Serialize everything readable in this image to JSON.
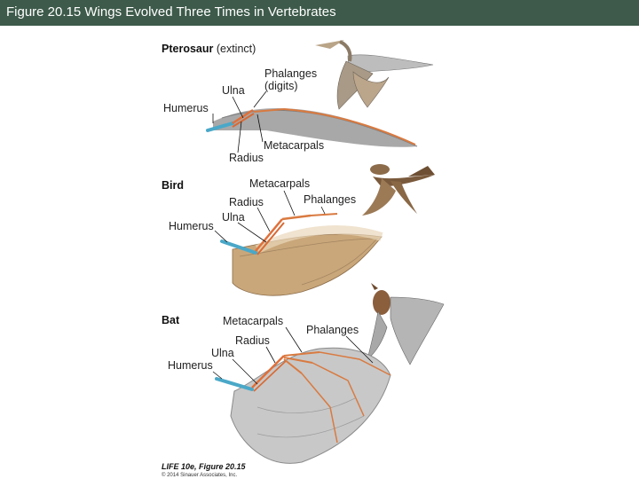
{
  "title": "Figure 20.15  Wings Evolved Three Times in Vertebrates",
  "panels": {
    "pterosaur": {
      "heading": "Pterosaur",
      "note": " (extinct)",
      "labels": {
        "phalanges": "Phalanges",
        "phalanges_sub": "(digits)",
        "ulna": "Ulna",
        "humerus": "Humerus",
        "metacarpals": "Metacarpals",
        "radius": "Radius"
      }
    },
    "bird": {
      "heading": "Bird",
      "labels": {
        "metacarpals": "Metacarpals",
        "radius": "Radius",
        "phalanges": "Phalanges",
        "ulna": "Ulna",
        "humerus": "Humerus"
      }
    },
    "bat": {
      "heading": "Bat",
      "labels": {
        "metacarpals": "Metacarpals",
        "phalanges": "Phalanges",
        "radius": "Radius",
        "ulna": "Ulna",
        "humerus": "Humerus"
      }
    }
  },
  "credit": {
    "line1": "LIFE 10e, Figure 20.15",
    "line2": "© 2014 Sinauer Associates, Inc."
  },
  "colors": {
    "title_bar": "#3d5a4a",
    "humerus": "#4aa8c8",
    "forearm_bones": "#e0703a",
    "pterosaur_membrane": "#9a9a9a",
    "bird_feathers": "#c9a77a",
    "bat_membrane": "#c8c8c8"
  }
}
